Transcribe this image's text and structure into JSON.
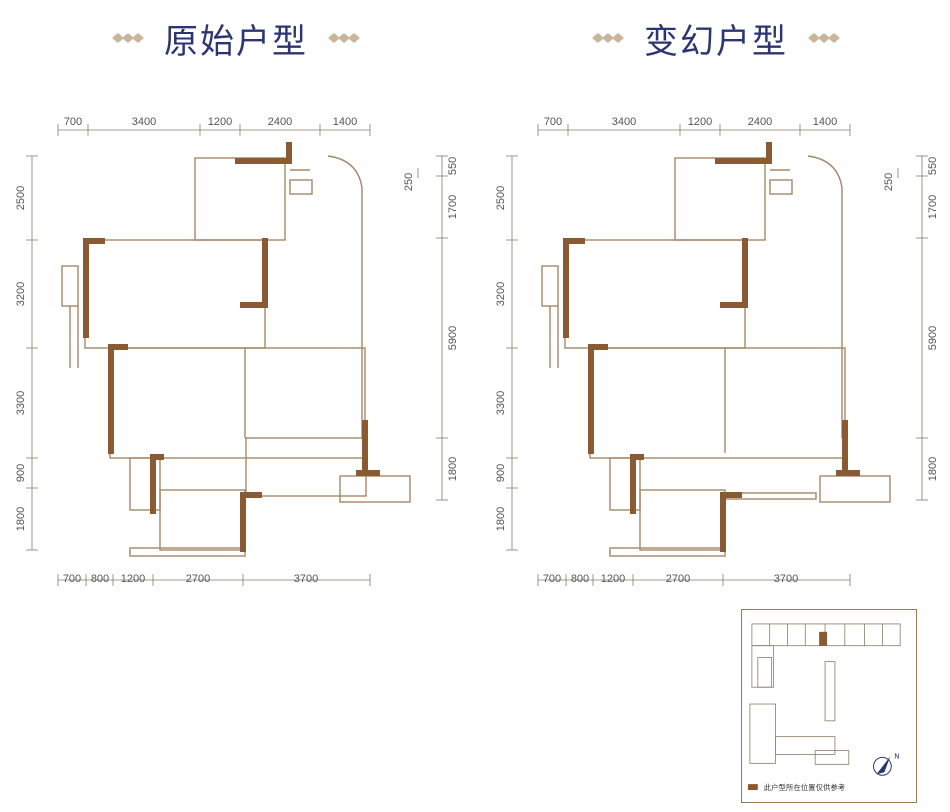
{
  "plans": [
    {
      "title": "原始户型",
      "top_dims": [
        "700",
        "3400",
        "1200",
        "2400",
        "1400"
      ],
      "bottom_dims": [
        "700",
        "800",
        "1200",
        "2700",
        "3700"
      ],
      "left_dims": [
        "2500",
        "3200",
        "3300",
        "900",
        "1800"
      ],
      "right_dims_outer": [
        "550",
        "1700",
        "5900",
        "1800"
      ],
      "right_dims_inner": [
        "250"
      ]
    },
    {
      "title": "变幻户型",
      "top_dims": [
        "700",
        "3400",
        "1200",
        "2400",
        "1400"
      ],
      "bottom_dims": [
        "700",
        "800",
        "1200",
        "2700",
        "3700"
      ],
      "left_dims": [
        "2500",
        "3200",
        "3300",
        "900",
        "1800"
      ],
      "right_dims_outer": [
        "550",
        "1700",
        "5900",
        "1800"
      ],
      "right_dims_inner": [
        "250"
      ]
    }
  ],
  "legend": {
    "text": "此户型所在位置仅供参考",
    "north": "N",
    "highlight_color": "#8a5a33"
  },
  "colors": {
    "wall": "#8a5a33",
    "line": "#a58868",
    "title": "#2c3573"
  }
}
